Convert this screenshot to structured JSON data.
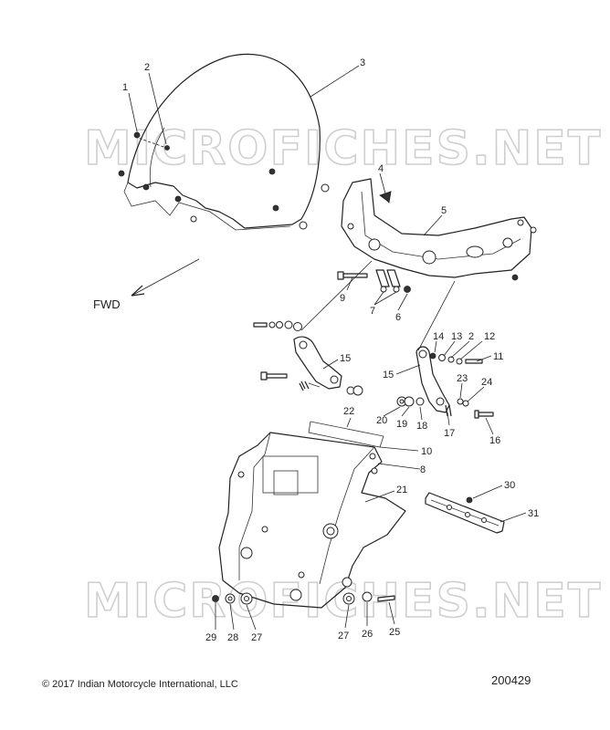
{
  "watermark": "MICROFICHES.NET",
  "direction_label": "FWD",
  "copyright_symbol": "©",
  "copyright": "2017 Indian Motorcycle International, LLC",
  "reference_number": "200429",
  "callouts": {
    "c1": "1",
    "c2a": "2",
    "c3": "3",
    "c4": "4",
    "c5": "5",
    "c6": "6",
    "c7": "7",
    "c8": "8",
    "c9": "9",
    "c10": "10",
    "c11": "11",
    "c12": "12",
    "c13": "13",
    "c14": "14",
    "c15a": "15",
    "c15b": "15",
    "c16": "16",
    "c17": "17",
    "c18": "18",
    "c19": "19",
    "c20": "20",
    "c21": "21",
    "c22": "22",
    "c23": "23",
    "c24": "24",
    "c25": "25",
    "c26": "26",
    "c27a": "27",
    "c27b": "27",
    "c28": "28",
    "c29": "29",
    "c30": "30",
    "c31": "31",
    "c2b": "2"
  }
}
